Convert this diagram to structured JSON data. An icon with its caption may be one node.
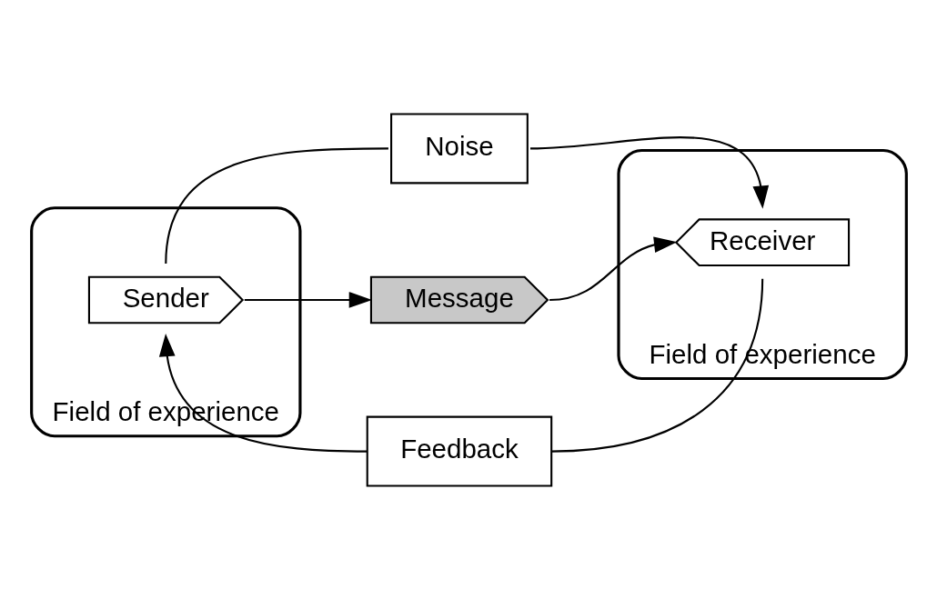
{
  "diagram": {
    "nodes": [
      {
        "text": [
          "Field of experience"
        ]
      },
      {
        "text": [
          "Field of experience"
        ]
      },
      {
        "text": [
          "Noise"
        ]
      },
      {
        "text": [
          "Sender"
        ],
        "in": 0
      },
      {
        "text": [
          "Message"
        ]
      },
      {
        "text": [
          "Receiver"
        ],
        "in": 1
      },
      {
        "text": [
          "Feedback"
        ]
      }
    ],
    "edges": [
      {
        "from": 3,
        "to": 2,
        "arrow": "none"
      },
      {
        "from": 2,
        "to": 5,
        "arrow": "to"
      },
      {
        "from": 3,
        "to": 4,
        "arrow": "to"
      },
      {
        "from": 4,
        "to": 5,
        "arrow": "to"
      },
      {
        "from": 5,
        "to": 6,
        "arrow": "none"
      },
      {
        "from": 6,
        "to": 3,
        "arrow": "to"
      }
    ]
  }
}
